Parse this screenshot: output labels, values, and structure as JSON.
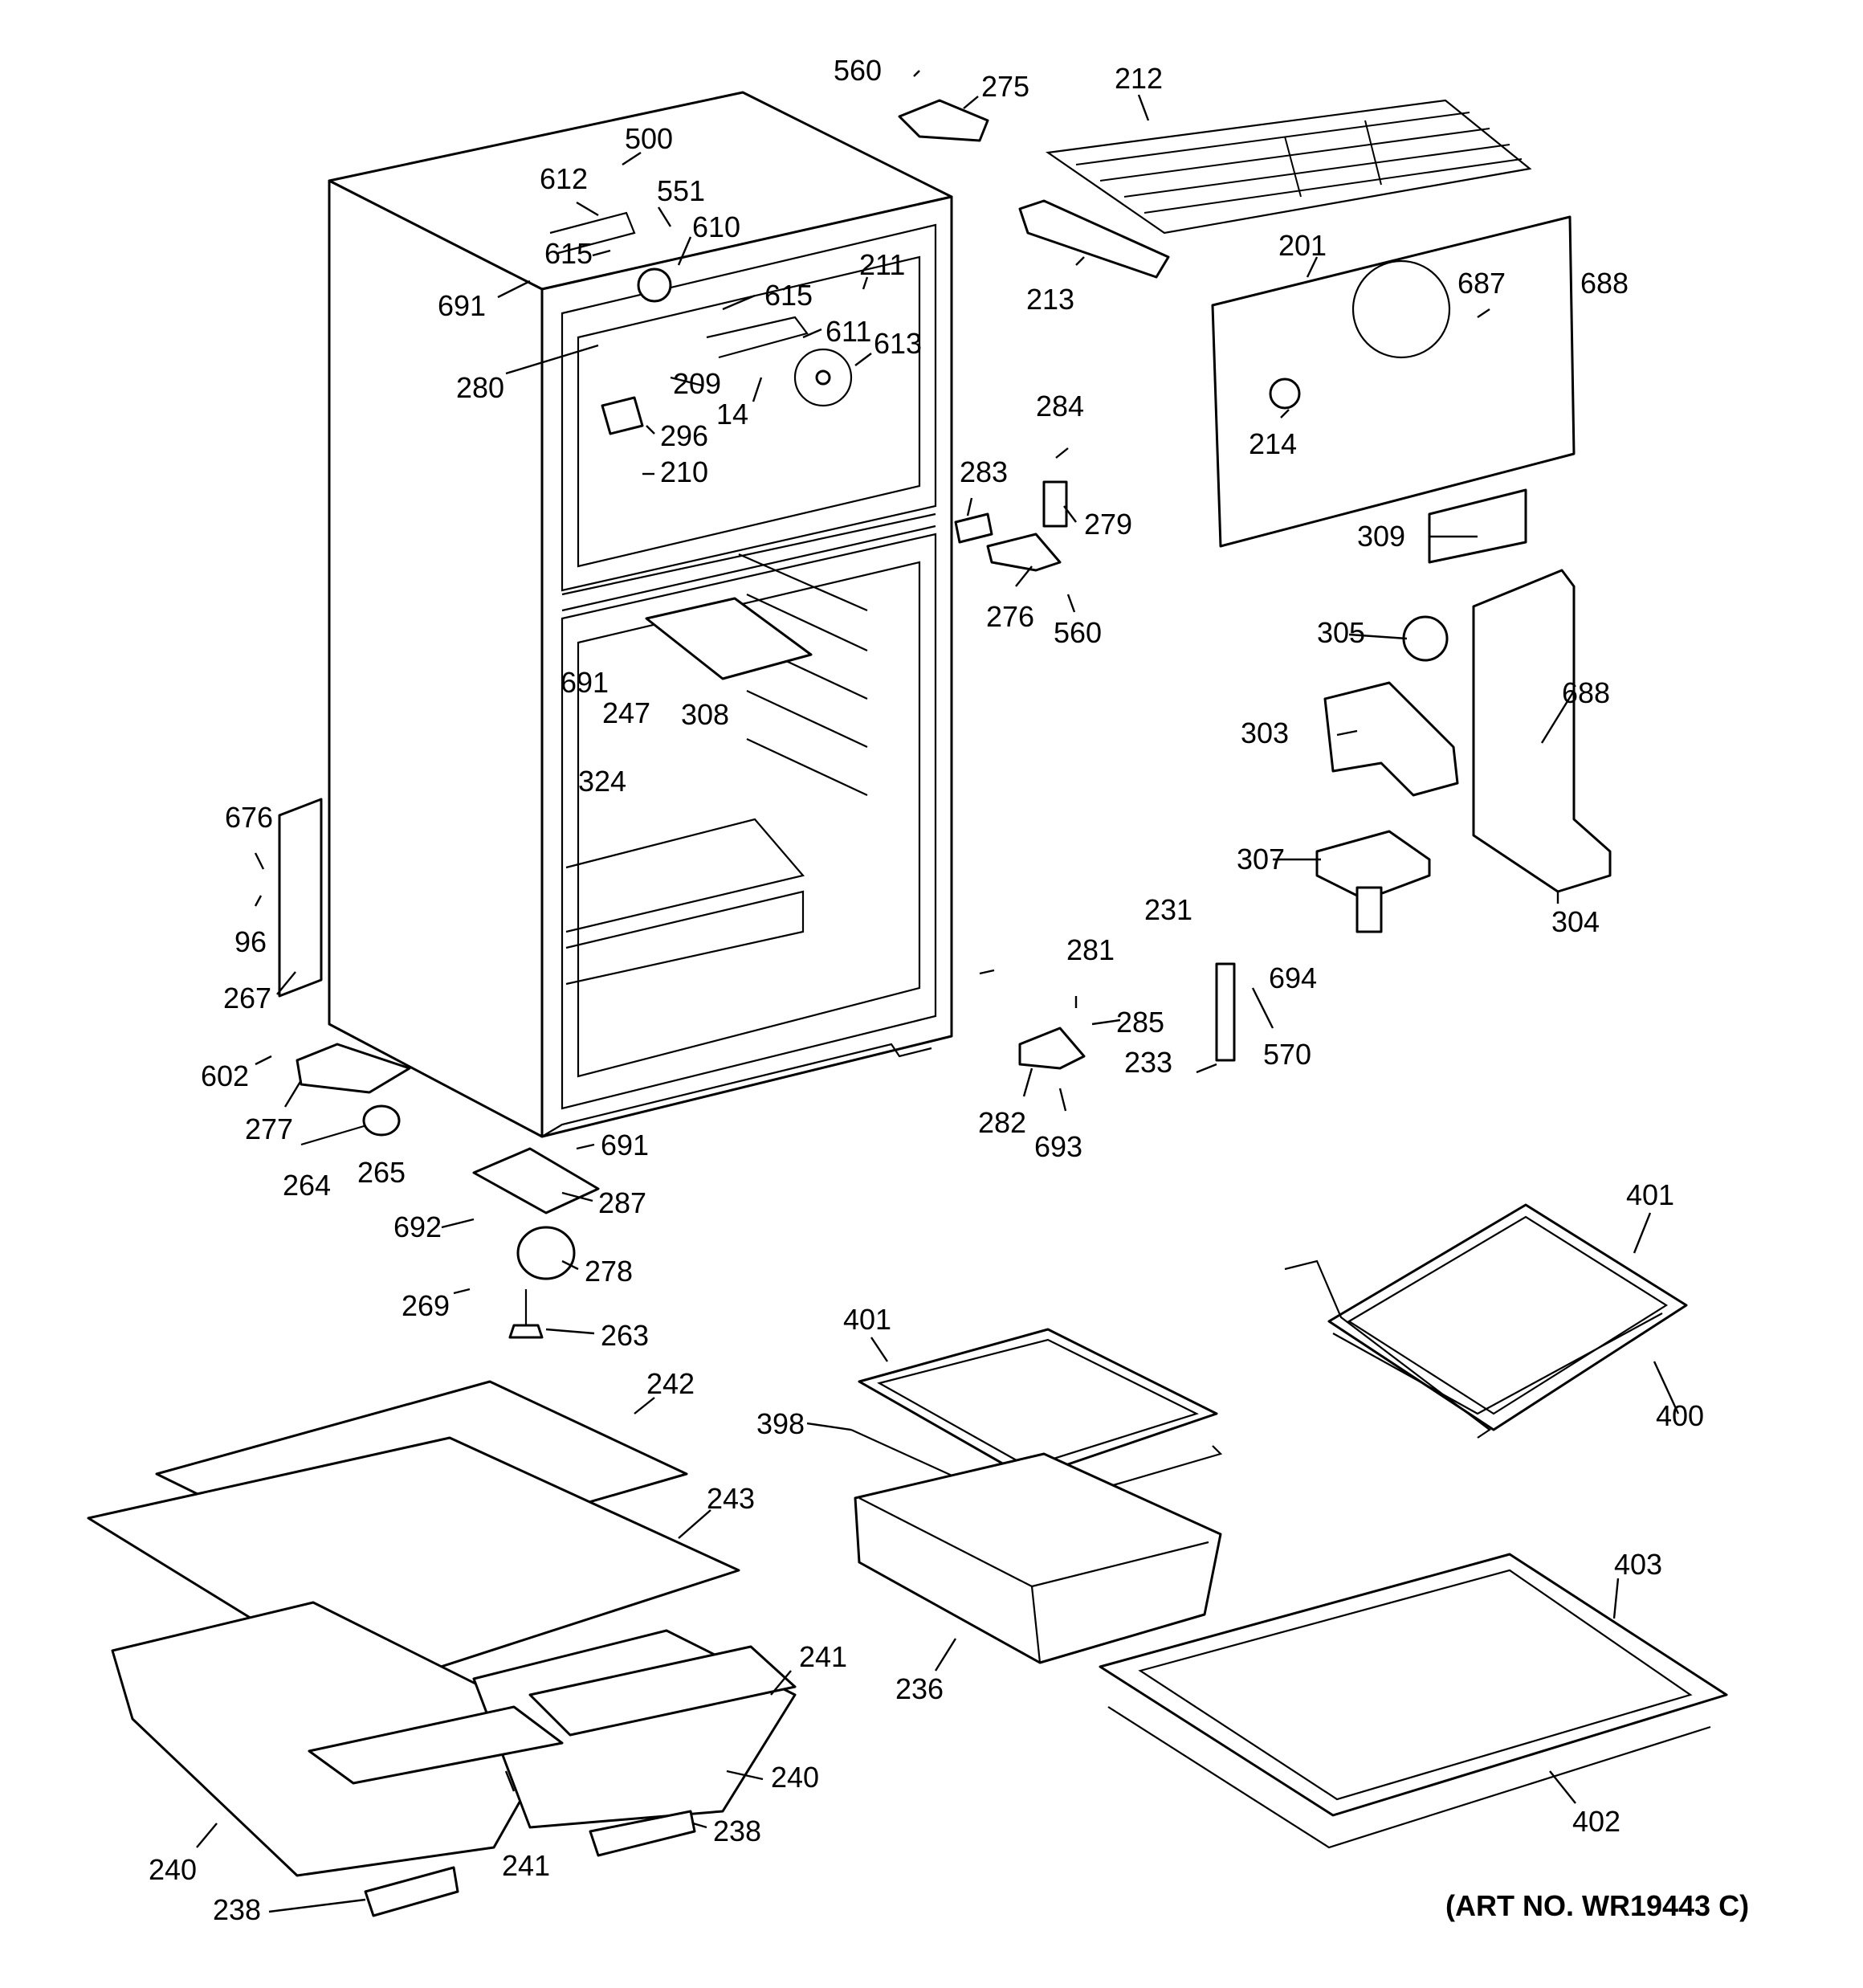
{
  "art_number": "(ART NO. WR19443 C)",
  "callouts": [
    {
      "id": "c560a",
      "label": "560"
    },
    {
      "id": "c275",
      "label": "275"
    },
    {
      "id": "c212",
      "label": "212"
    },
    {
      "id": "c500",
      "label": "500"
    },
    {
      "id": "c612",
      "label": "612"
    },
    {
      "id": "c551",
      "label": "551"
    },
    {
      "id": "c610",
      "label": "610"
    },
    {
      "id": "c615a",
      "label": "615"
    },
    {
      "id": "c691a",
      "label": "691"
    },
    {
      "id": "c615b",
      "label": "615"
    },
    {
      "id": "c211",
      "label": "211"
    },
    {
      "id": "c611",
      "label": "611"
    },
    {
      "id": "c613",
      "label": "613"
    },
    {
      "id": "c280",
      "label": "280"
    },
    {
      "id": "c209",
      "label": "209"
    },
    {
      "id": "c14",
      "label": "14"
    },
    {
      "id": "c296",
      "label": "296"
    },
    {
      "id": "c210",
      "label": "210"
    },
    {
      "id": "c213",
      "label": "213"
    },
    {
      "id": "c201",
      "label": "201"
    },
    {
      "id": "c687",
      "label": "687"
    },
    {
      "id": "c688a",
      "label": "688"
    },
    {
      "id": "c214",
      "label": "214"
    },
    {
      "id": "c284",
      "label": "284"
    },
    {
      "id": "c283",
      "label": "283"
    },
    {
      "id": "c279",
      "label": "279"
    },
    {
      "id": "c309",
      "label": "309"
    },
    {
      "id": "c276",
      "label": "276"
    },
    {
      "id": "c560b",
      "label": "560"
    },
    {
      "id": "c305",
      "label": "305"
    },
    {
      "id": "c688b",
      "label": "688"
    },
    {
      "id": "c691b",
      "label": "691"
    },
    {
      "id": "c247",
      "label": "247"
    },
    {
      "id": "c308",
      "label": "308"
    },
    {
      "id": "c324",
      "label": "324"
    },
    {
      "id": "c303",
      "label": "303"
    },
    {
      "id": "c307",
      "label": "307"
    },
    {
      "id": "c304",
      "label": "304"
    },
    {
      "id": "c676",
      "label": "676"
    },
    {
      "id": "c96",
      "label": "96"
    },
    {
      "id": "c267",
      "label": "267"
    },
    {
      "id": "c231",
      "label": "231"
    },
    {
      "id": "c281",
      "label": "281"
    },
    {
      "id": "c694",
      "label": "694"
    },
    {
      "id": "c285",
      "label": "285"
    },
    {
      "id": "c570",
      "label": "570"
    },
    {
      "id": "c233",
      "label": "233"
    },
    {
      "id": "c602",
      "label": "602"
    },
    {
      "id": "c282",
      "label": "282"
    },
    {
      "id": "c277",
      "label": "277"
    },
    {
      "id": "c693",
      "label": "693"
    },
    {
      "id": "c691c",
      "label": "691"
    },
    {
      "id": "c264",
      "label": "264"
    },
    {
      "id": "c265",
      "label": "265"
    },
    {
      "id": "c287",
      "label": "287"
    },
    {
      "id": "c692",
      "label": "692"
    },
    {
      "id": "c401a",
      "label": "401"
    },
    {
      "id": "c278",
      "label": "278"
    },
    {
      "id": "c269",
      "label": "269"
    },
    {
      "id": "c263",
      "label": "263"
    },
    {
      "id": "c400",
      "label": "400"
    },
    {
      "id": "c401b",
      "label": "401"
    },
    {
      "id": "c398",
      "label": "398"
    },
    {
      "id": "c242",
      "label": "242"
    },
    {
      "id": "c243",
      "label": "243"
    },
    {
      "id": "c403",
      "label": "403"
    },
    {
      "id": "c241a",
      "label": "241"
    },
    {
      "id": "c236",
      "label": "236"
    },
    {
      "id": "c240a",
      "label": "240"
    },
    {
      "id": "c238a",
      "label": "238"
    },
    {
      "id": "c402",
      "label": "402"
    },
    {
      "id": "c240b",
      "label": "240"
    },
    {
      "id": "c241b",
      "label": "241"
    },
    {
      "id": "c238b",
      "label": "238"
    }
  ]
}
